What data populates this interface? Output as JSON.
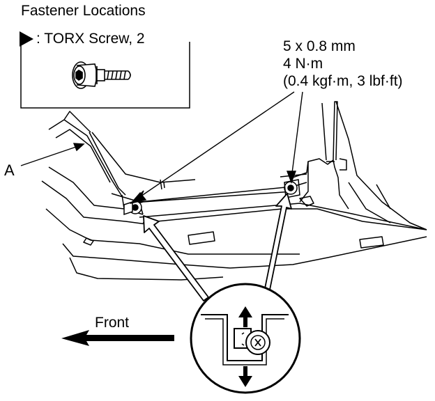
{
  "legend": {
    "title": "Fastener Locations",
    "item_label": ": TORX Screw, 2",
    "item_icon": "torx-screw-icon",
    "marker_icon": "triangle-marker-icon"
  },
  "spec": {
    "thread": "5 x 0.8 mm",
    "torque_nm": "4 N·m",
    "torque_alt": "(0.4 kgf·m, 3 lbf·ft)"
  },
  "part_label": "A",
  "direction_label": "Front",
  "icons": [
    "front-arrow-icon",
    "screw-location-marker-icon",
    "detail-circle-icon",
    "up-down-arrow-icon"
  ]
}
